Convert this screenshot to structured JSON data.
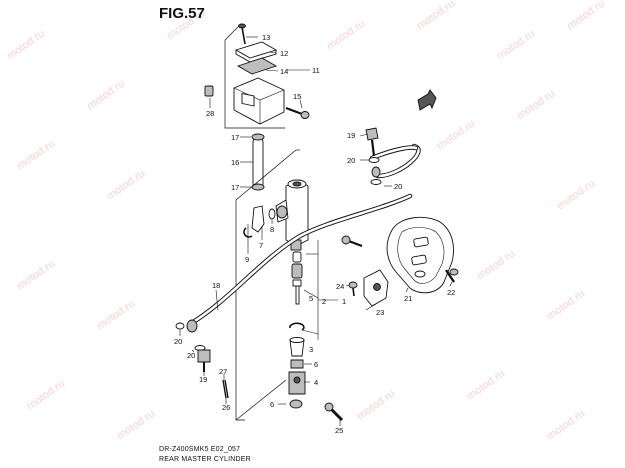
{
  "figure": {
    "title": "FIG.57",
    "code": "DR-Z400SMK5 E02_057",
    "caption": "REAR MASTER CYLINDER"
  },
  "watermark": "motod.ru",
  "callouts": {
    "c1": "1",
    "c2": "2",
    "c3": "3",
    "c4": "4",
    "c5": "5",
    "c6a": "6",
    "c6b": "6",
    "c7": "7",
    "c8": "8",
    "c9": "9",
    "c11": "11",
    "c12": "12",
    "c13": "13",
    "c14": "14",
    "c15": "15",
    "c16": "16",
    "c17a": "17",
    "c17b": "17",
    "c18": "18",
    "c19a": "19",
    "c19b": "19",
    "c20a": "20",
    "c20b": "20",
    "c20c": "20",
    "c20d": "20",
    "c21": "21",
    "c22": "22",
    "c23": "23",
    "c24": "24",
    "c25": "25",
    "c26": "26",
    "c27": "27",
    "c28": "28"
  }
}
